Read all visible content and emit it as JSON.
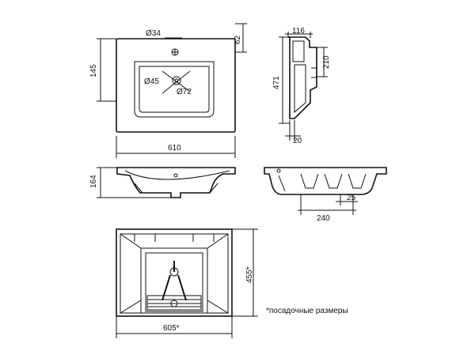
{
  "top_view": {
    "dim_tap_hole": "Ø34",
    "dim_drain": "Ø45",
    "dim_bowl": "Ø72",
    "dim_depth": "145",
    "dim_tap_offset": "62",
    "dim_width": "610"
  },
  "side_view": {
    "dim_thickness": "116",
    "dim_height": "471",
    "dim_drain_height": "210",
    "dim_rim": "20"
  },
  "front_section": {
    "dim_height": "164"
  },
  "side_section": {
    "dim_rib": "25",
    "dim_span": "240"
  },
  "bottom_view": {
    "dim_depth": "455*",
    "dim_width": "605*"
  },
  "footnote": "*посадочные размеры"
}
